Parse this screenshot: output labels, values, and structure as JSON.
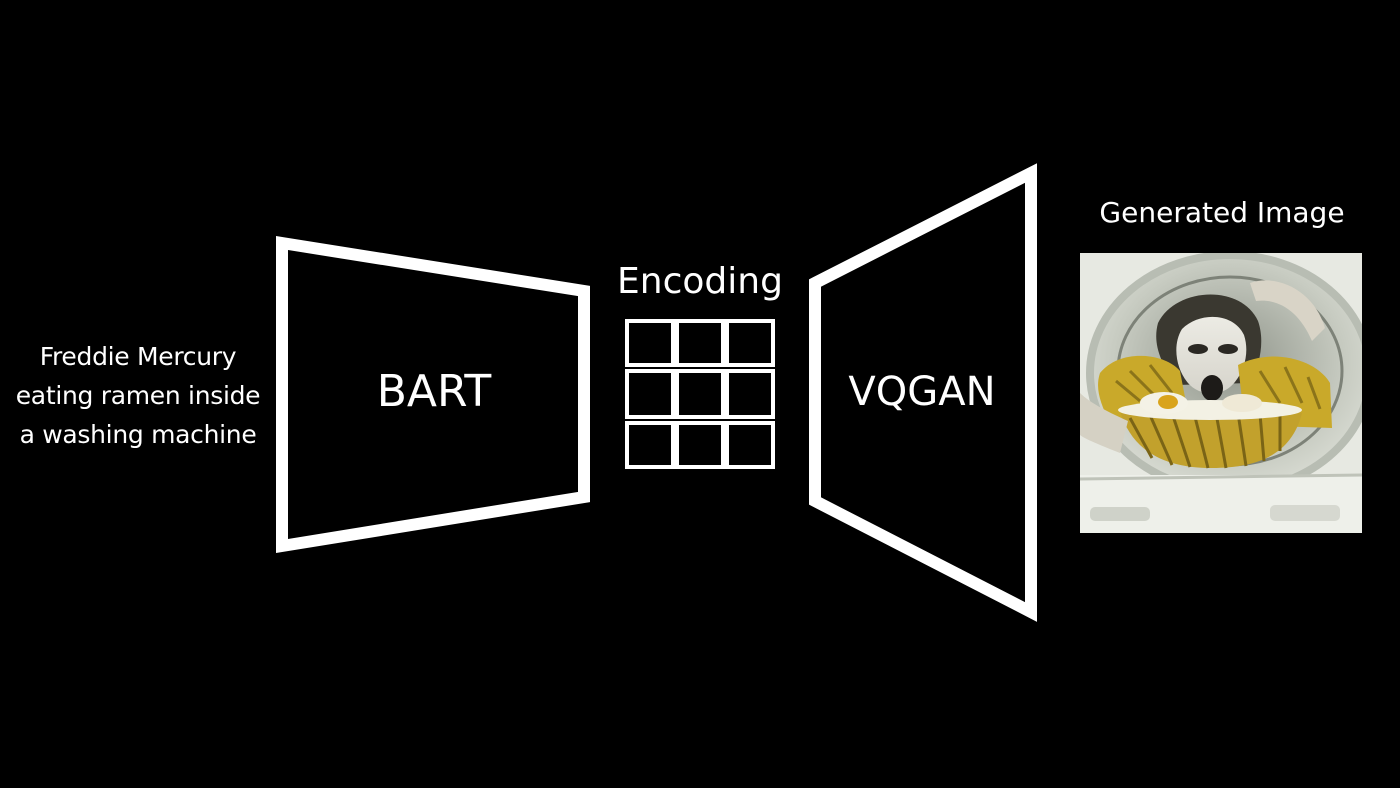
{
  "prompt": {
    "lines": [
      "Freddie Mercury",
      "eating ramen inside",
      "a washing machine"
    ]
  },
  "encoder": {
    "label": "BART"
  },
  "encoding": {
    "label": "Encoding",
    "grid_rows": 3,
    "grid_cols": 3
  },
  "decoder": {
    "label": "VQGAN"
  },
  "output": {
    "label": "Generated Image",
    "image_description_icon": "generated-photo"
  },
  "colors": {
    "background": "#000000",
    "foreground": "#ffffff",
    "image_drum": "#d9ddd3",
    "image_face": "#e6e4dc",
    "image_hair": "#3a3830",
    "image_yellow": "#c9a92a",
    "image_bowl": "#f3f1e4"
  }
}
